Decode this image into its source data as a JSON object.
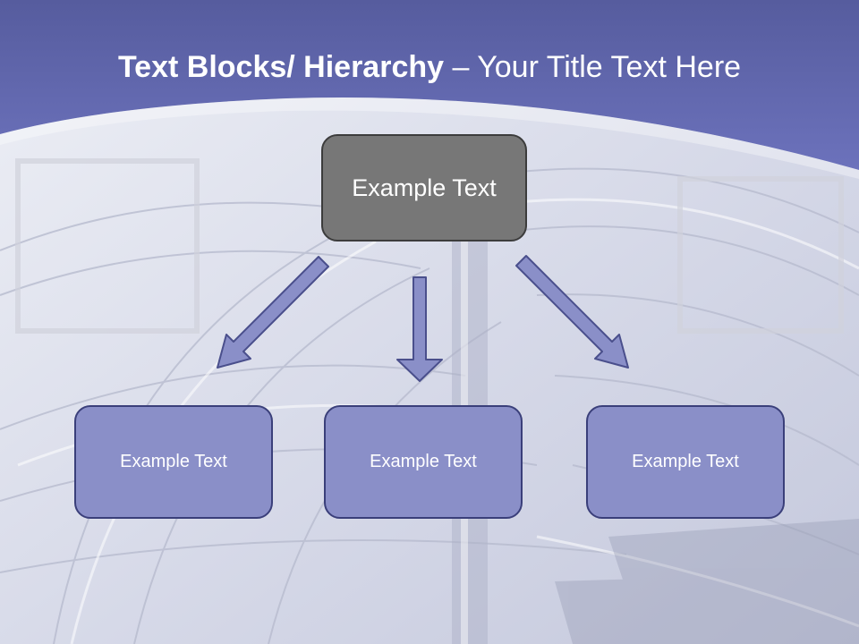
{
  "title": {
    "bold_part": "Text Blocks/ Hierarchy",
    "separator": " – ",
    "regular_part": "Your Title Text Here"
  },
  "hierarchy": {
    "root": {
      "label": "Example Text"
    },
    "children": [
      {
        "label": "Example Text"
      },
      {
        "label": "Example Text"
      },
      {
        "label": "Example Text"
      }
    ]
  },
  "colors": {
    "header_band": "#6a70b8",
    "root_fill": "#777777",
    "child_fill": "#8a8fc8",
    "arrow_fill": "#8a8fc8"
  }
}
